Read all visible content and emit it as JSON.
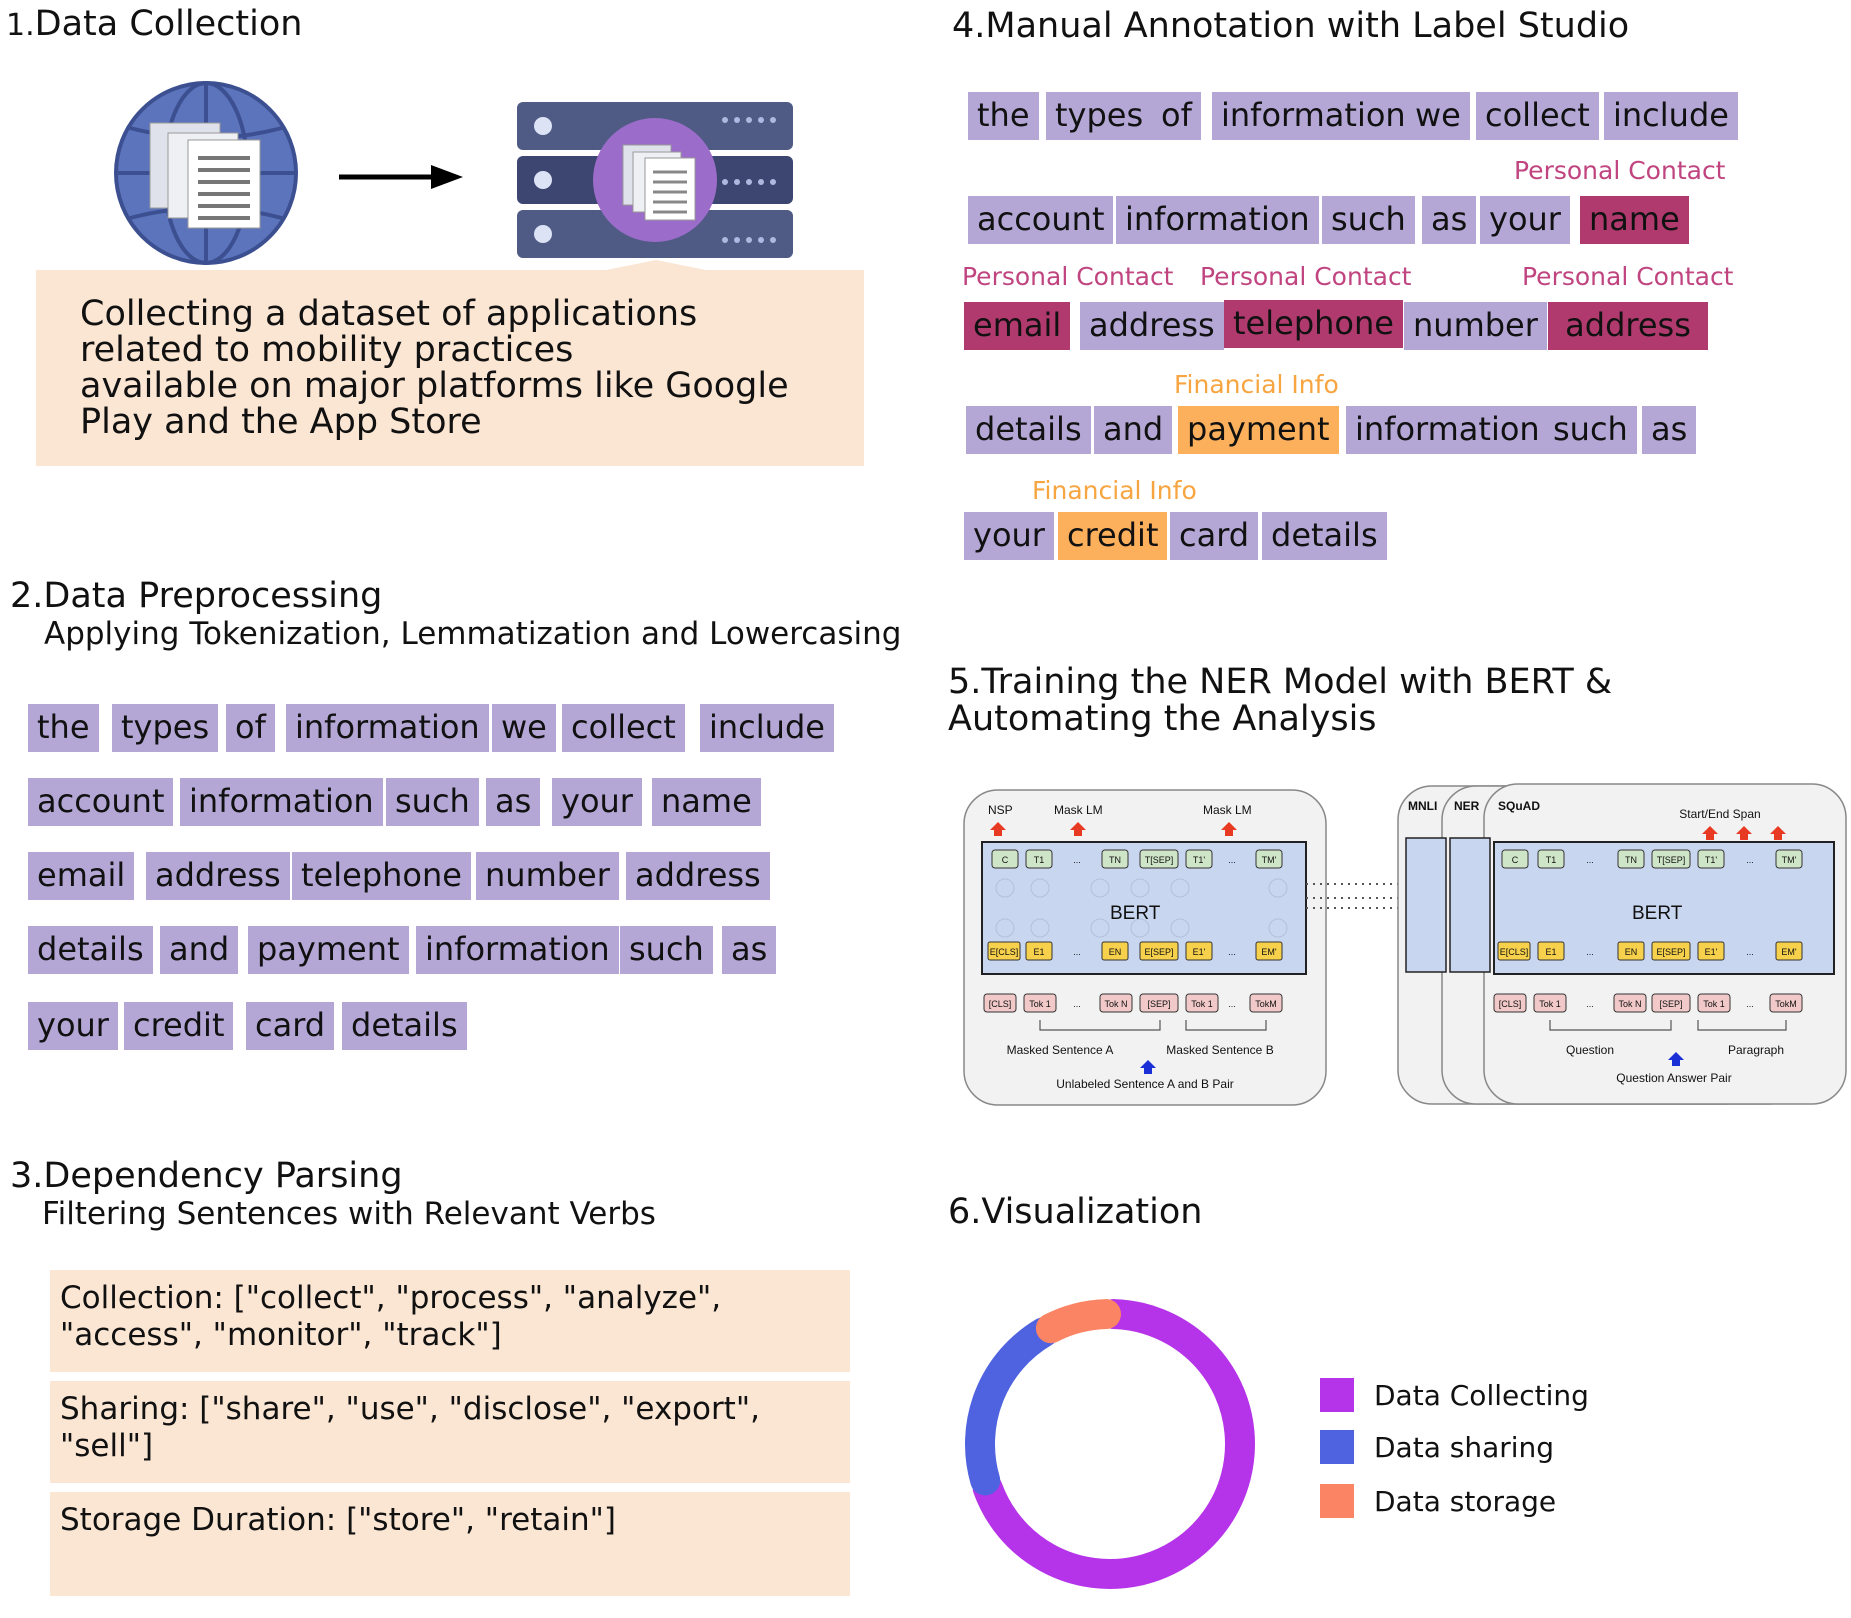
{
  "sections": {
    "s1": {
      "title": "Data Collection",
      "num": "1.",
      "note": [
        "Collecting a dataset of applications",
        "related to mobility practices",
        "available on major platforms like Google",
        "Play and the App Store"
      ]
    },
    "s2": {
      "title": "2.Data Preprocessing",
      "subtitle": "Applying Tokenization, Lemmatization and Lowercasing"
    },
    "s3": {
      "title": "3.Dependency Parsing",
      "subtitle": "Filtering Sentences with Relevant Verbs",
      "verbs": [
        {
          "line1": "Collection: [\"collect\", \"process\", \"analyze\",",
          "line2": "\"access\", \"monitor\", \"track\"]"
        },
        {
          "line1": "Sharing: [\"share\", \"use\", \"disclose\", \"export\",",
          "line2": "\"sell\"]"
        },
        {
          "line1": "Storage Duration: [\"store\", \"retain\"]",
          "line2": ""
        }
      ]
    },
    "s4": {
      "title": "4.Manual Annotation with Label Studio",
      "tags": {
        "contact": "Personal Contact",
        "fin": "Financial Info"
      }
    },
    "s5": {
      "title_line1": "5.Training the NER Model with BERT &",
      "title_line2": "Automating the Analysis"
    },
    "s6": {
      "title": "6.Visualization"
    }
  },
  "tokens_preprocessing": [
    [
      "the",
      "types",
      "of",
      "information",
      "we",
      "collect",
      "include"
    ],
    [
      "account",
      "information",
      "such",
      "as",
      "your",
      "name"
    ],
    [
      "email",
      "address",
      "telephone",
      "number",
      "address"
    ],
    [
      "details",
      "and",
      "payment",
      "information",
      "such",
      "as"
    ],
    [
      "your",
      "credit",
      "card",
      "details"
    ]
  ],
  "bert_diagram": {
    "left": {
      "top_labels": [
        "NSP",
        "Mask LM",
        "Mask LM"
      ],
      "model": "BERT",
      "emb": [
        "E[CLS]",
        "E1",
        "...",
        "EN",
        "E[SEP]",
        "E1'",
        "...",
        "EM'"
      ],
      "tok": [
        "[CLS]",
        "Tok 1",
        "...",
        "Tok N",
        "[SEP]",
        "Tok 1",
        "...",
        "TokM"
      ],
      "out": [
        "C",
        "T1",
        "...",
        "TN",
        "T[SEP]",
        "T1'",
        "...",
        "TM'"
      ],
      "sent_a": "Masked Sentence A",
      "sent_b": "Masked Sentence B",
      "pair": "Unlabeled Sentence A and B Pair"
    },
    "right": {
      "tasks": [
        "MNLI",
        "NER",
        "SQuAD"
      ],
      "top_label": "Start/End Span",
      "model": "BERT",
      "sent_a": "Question",
      "sent_b": "Paragraph",
      "pair": "Question Answer Pair"
    }
  },
  "chart_data": {
    "type": "pie",
    "donut": true,
    "categories": [
      "Data Collecting",
      "Data sharing",
      "Data storage"
    ],
    "values": [
      70,
      22,
      8
    ],
    "colors": [
      "#b533e8",
      "#4f63e0",
      "#fa8463"
    ],
    "legend_position": "right"
  },
  "colors": {
    "token": "#b4a7d6",
    "contact": "#b03a6e",
    "financial": "#fcb05c",
    "note_bg": "#fbe6d4"
  }
}
